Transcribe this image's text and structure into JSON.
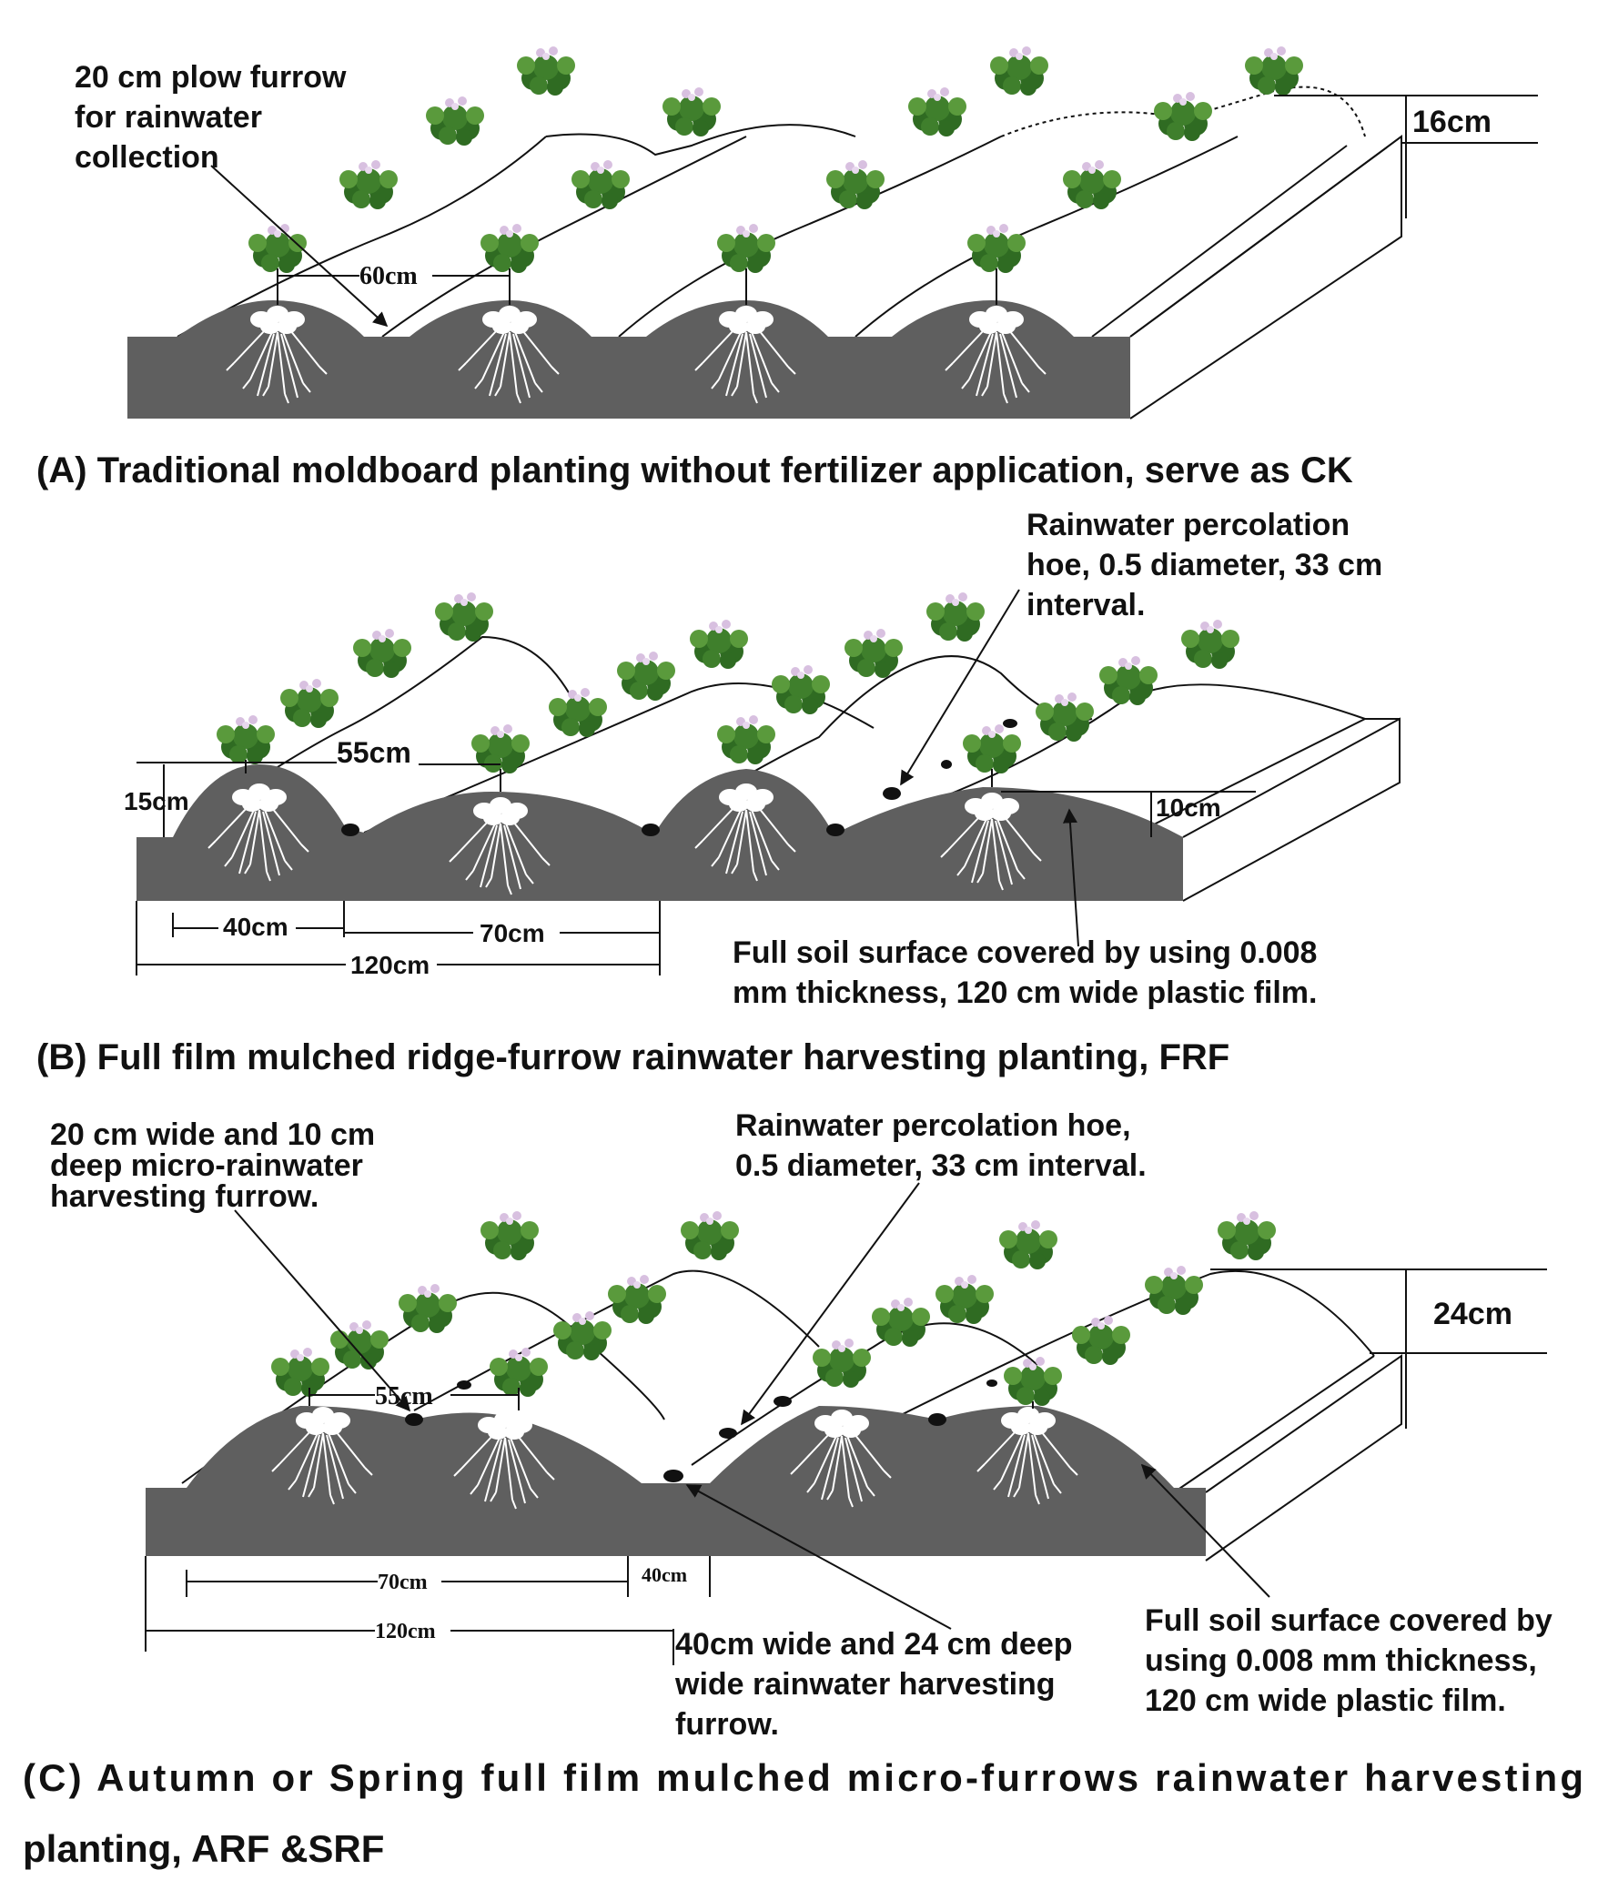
{
  "panels": {
    "a": {
      "caption": "(A) Traditional moldboard planting without fertilizer application, serve as CK",
      "callout_furrow": [
        "20 cm plow furrow",
        "for rainwater",
        "collection"
      ],
      "dim_spacing": "60cm",
      "dim_height": "16cm"
    },
    "b": {
      "caption": "(B) Full film mulched ridge-furrow rainwater harvesting planting, FRF",
      "callout_hoe": [
        "Rainwater percolation",
        "hoe, 0.5 diameter, 33 cm",
        "interval."
      ],
      "callout_film": [
        "Full soil surface covered by using 0.008",
        "mm thickness, 120 cm wide plastic film."
      ],
      "dim_55": "55cm",
      "dim_15": "15cm",
      "dim_10": "10cm",
      "dim_40": "40cm",
      "dim_70": "70cm",
      "dim_120": "120cm"
    },
    "c": {
      "caption_line1": "(C) Autumn or Spring full film mulched micro-furrows rainwater harvesting",
      "caption_line2": "planting, ARF &SRF",
      "callout_micro": [
        "20 cm wide and 10 cm",
        "deep micro-rainwater",
        "harvesting furrow."
      ],
      "callout_hoe": [
        "Rainwater percolation hoe,",
        "0.5 diameter, 33 cm interval."
      ],
      "callout_wide": [
        "40cm wide and 24 cm deep",
        "wide  rainwater harvesting",
        "furrow."
      ],
      "callout_film": [
        "Full soil surface covered by",
        "using 0.008 mm thickness,",
        "120 cm wide plastic film."
      ],
      "dim_55": "55cm",
      "dim_24": "24cm",
      "dim_70": "70cm",
      "dim_40": "40cm",
      "dim_120": "120cm"
    }
  },
  "colors": {
    "soil": "#5f5f5f",
    "plant_dark": "#2f6b22",
    "plant_light": "#5a9a3c",
    "flower": "#d8c0e0",
    "line": "#111111"
  }
}
